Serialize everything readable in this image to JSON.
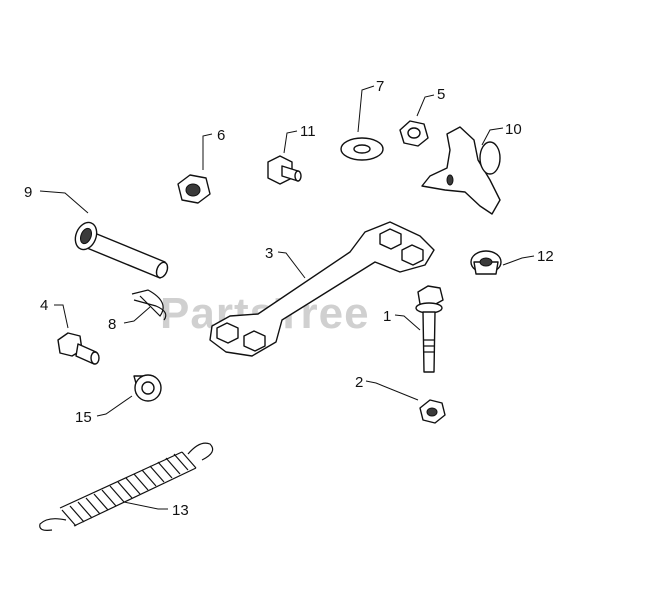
{
  "watermark": "PartsTree",
  "callouts": [
    {
      "part": "flange-bolt",
      "label": "1"
    },
    {
      "part": "lock-nut-small",
      "label": "2"
    },
    {
      "part": "wrench-bar",
      "label": "3"
    },
    {
      "part": "shoulder-bolt",
      "label": "4"
    },
    {
      "part": "flange-nut",
      "label": "5"
    },
    {
      "part": "hex-lock-nut",
      "label": "6"
    },
    {
      "part": "flat-washer",
      "label": "7"
    },
    {
      "part": "hairpin-clip",
      "label": "8"
    },
    {
      "part": "clevis-pin",
      "label": "9"
    },
    {
      "part": "wing-knob",
      "label": "10"
    },
    {
      "part": "carriage-bolt",
      "label": "11"
    },
    {
      "part": "bushing",
      "label": "12"
    },
    {
      "part": "extension-spring",
      "label": "13"
    },
    {
      "part": "spacer",
      "label": "15"
    }
  ],
  "colors": {
    "line": "#111111",
    "background": "#ffffff",
    "watermark": "#d0d0d0"
  }
}
